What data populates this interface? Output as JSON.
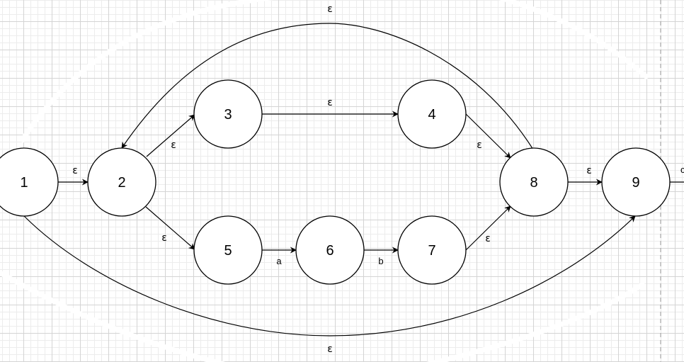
{
  "nodes": [
    {
      "id": "n1",
      "label": "1"
    },
    {
      "id": "n2",
      "label": "2"
    },
    {
      "id": "n3",
      "label": "3"
    },
    {
      "id": "n4",
      "label": "4"
    },
    {
      "id": "n5",
      "label": "5"
    },
    {
      "id": "n6",
      "label": "6"
    },
    {
      "id": "n7",
      "label": "7"
    },
    {
      "id": "n8",
      "label": "8"
    },
    {
      "id": "n9",
      "label": "9"
    }
  ],
  "edges": {
    "e1_2": "ε",
    "e2_3": "ε",
    "e2_5": "ε",
    "e3_4": "ε",
    "e5_6": "a",
    "e6_7": "b",
    "e4_8": "ε",
    "e7_8": "ε",
    "e8_9": "ε",
    "e8_2": "ε",
    "e1_9": "ε",
    "out": "c"
  }
}
